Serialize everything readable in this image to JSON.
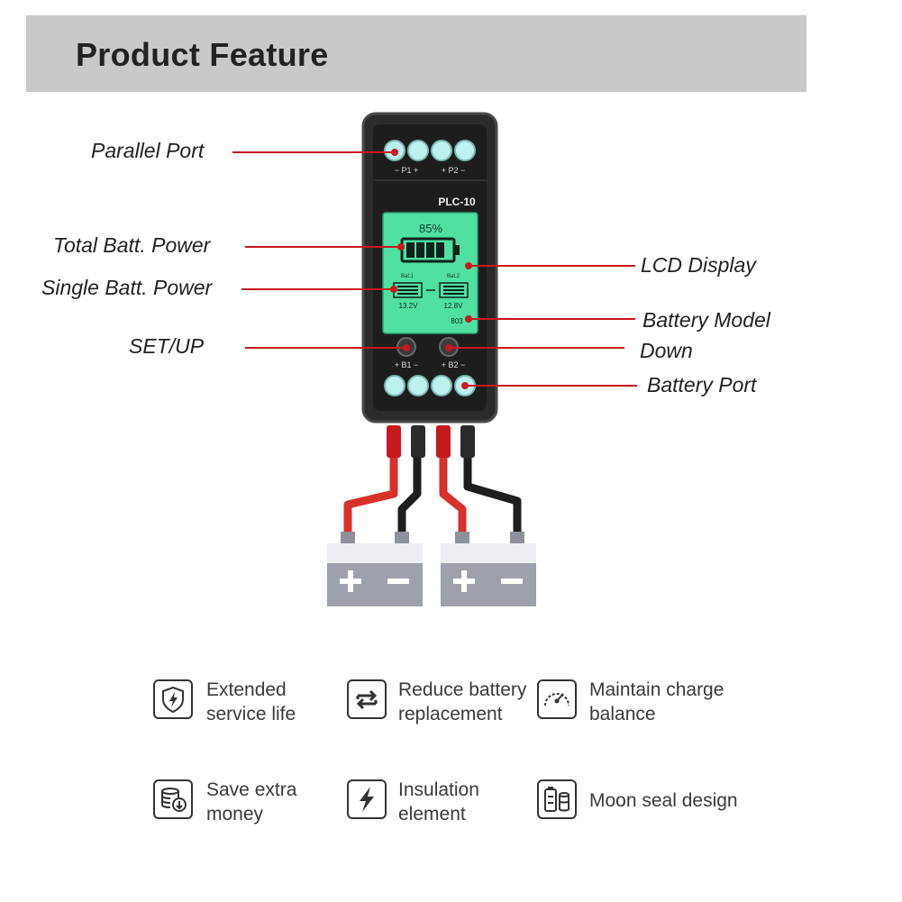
{
  "header": {
    "title": "Product Feature"
  },
  "device": {
    "model": "PLC-10",
    "port_top_left": "− P1 +",
    "port_top_right": "+ P2 −",
    "port_bottom_left": "+ B1 −",
    "port_bottom_right": "+ B2 −",
    "lcd_percent": "85%",
    "bat1_label": "Bat.1",
    "bat2_label": "Bat.2",
    "bat1_voltage": "13.2V",
    "bat2_voltage": "12.8V",
    "battery_model_code": "803"
  },
  "callouts": {
    "parallel_port": "Parallel Port",
    "total_power": "Total Batt. Power",
    "single_power": "Single Batt. Power",
    "set_up": "SET/UP",
    "lcd_display": "LCD Display",
    "battery_model": "Battery Model",
    "down": "Down",
    "battery_port": "Battery Port"
  },
  "colors": {
    "header_bg": "#c9c9c9",
    "lcd_green": "#4fe0a2",
    "leader_red": "#c8181e",
    "port_cyan": "#bdf1ee"
  },
  "features": [
    {
      "icon": "shield-lightning-icon",
      "line1": "Extended",
      "line2": "service life"
    },
    {
      "icon": "swap-arrows-icon",
      "line1": "Reduce battery",
      "line2": "replacement"
    },
    {
      "icon": "gauge-icon",
      "line1": "Maintain charge",
      "line2": "balance"
    },
    {
      "icon": "coins-icon",
      "line1": "Save extra",
      "line2": "money"
    },
    {
      "icon": "lightning-icon",
      "line1": "Insulation",
      "line2": "element"
    },
    {
      "icon": "battery-seal-icon",
      "line1": "Moon seal design",
      "line2": ""
    }
  ]
}
